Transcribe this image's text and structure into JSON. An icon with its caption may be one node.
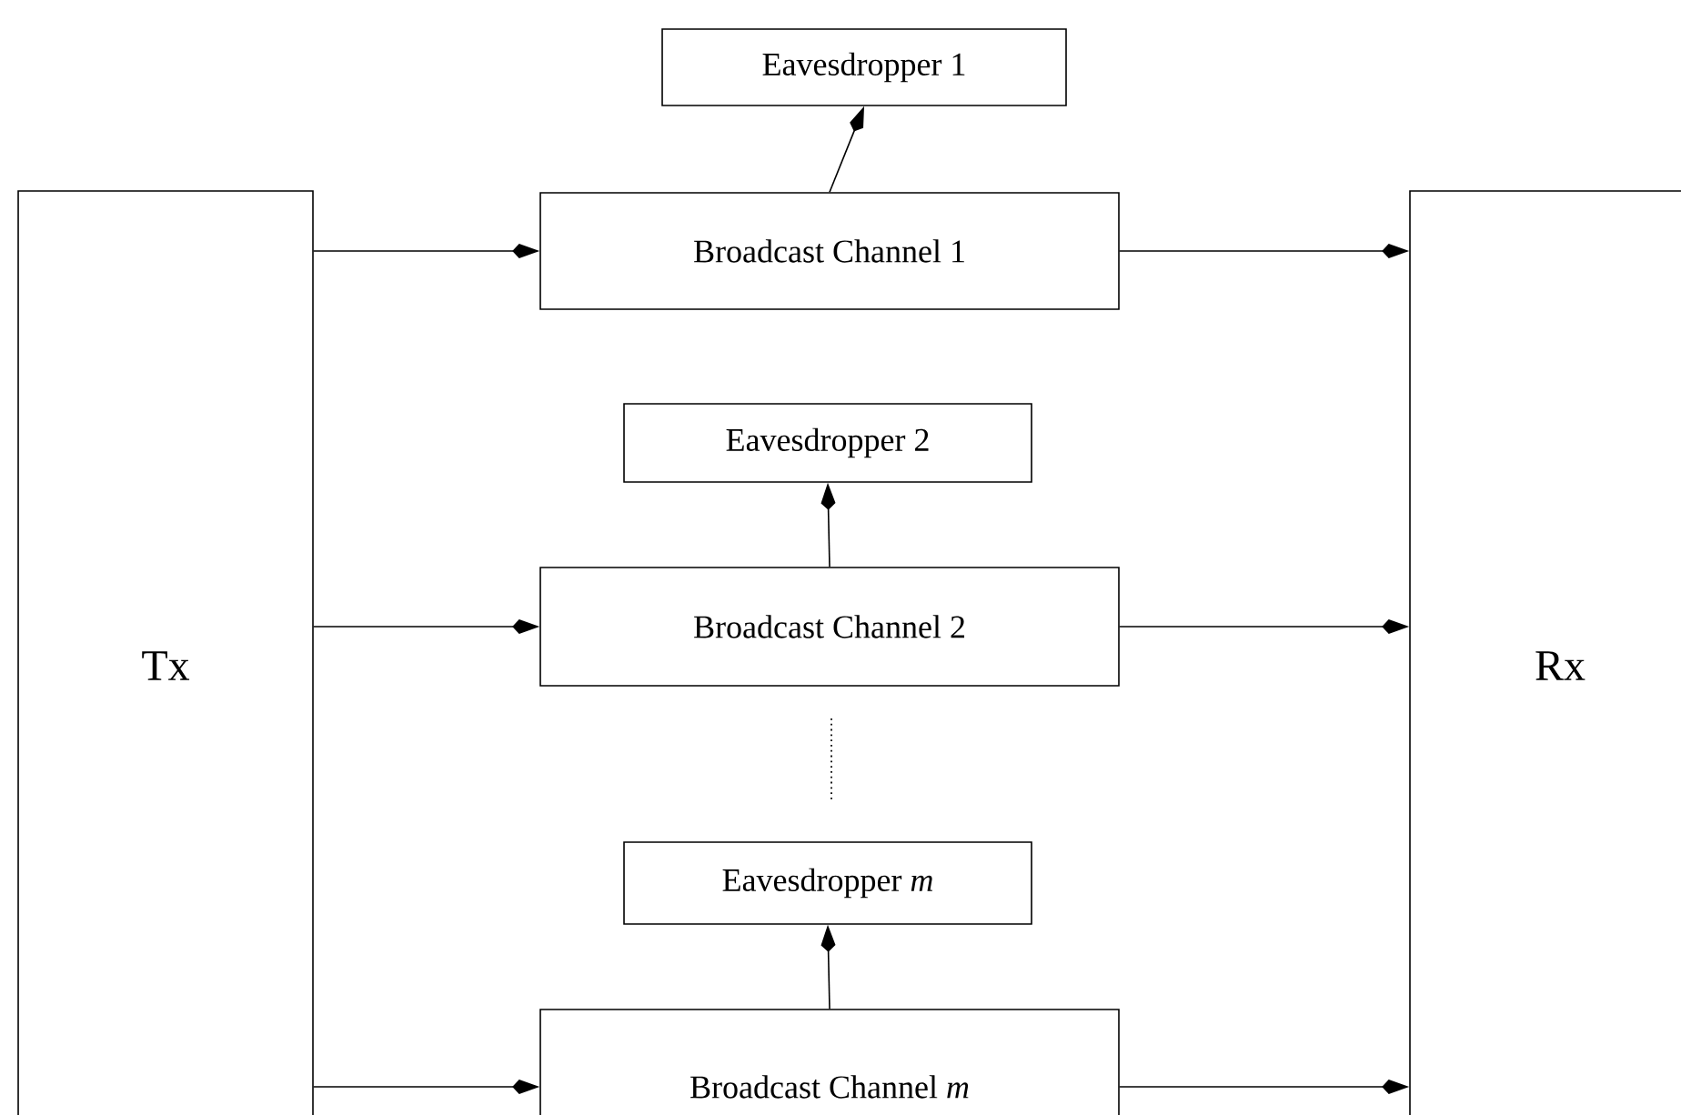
{
  "diagram": {
    "nodes": [
      {
        "text": [
          "Tx"
        ]
      },
      {
        "text": [
          "Eavesdropper 1"
        ]
      },
      {
        "text": [
          "Broadcast Channel 1"
        ]
      },
      {
        "text": [
          "Eavesdropper 2"
        ]
      },
      {
        "text": [
          "Broadcast Channel 2"
        ]
      },
      {
        "text": [
          "Eavesdropper *m*"
        ]
      },
      {
        "text": [
          "Broadcast Channel *m*"
        ]
      },
      {
        "text": [
          "Rx"
        ]
      }
    ],
    "edges": [
      {
        "from": 0,
        "to": 2,
        "arrow": "to"
      },
      {
        "from": 2,
        "to": 1,
        "arrow": "to"
      },
      {
        "from": 2,
        "to": 7,
        "arrow": "to"
      },
      {
        "from": 0,
        "to": 4,
        "arrow": "to"
      },
      {
        "from": 4,
        "to": 3,
        "arrow": "to"
      },
      {
        "from": 4,
        "to": 7,
        "arrow": "to"
      },
      {
        "from": 0,
        "to": 6,
        "arrow": "to"
      },
      {
        "from": 6,
        "to": 5,
        "arrow": "to"
      },
      {
        "from": 6,
        "to": 7,
        "arrow": "to"
      }
    ]
  }
}
